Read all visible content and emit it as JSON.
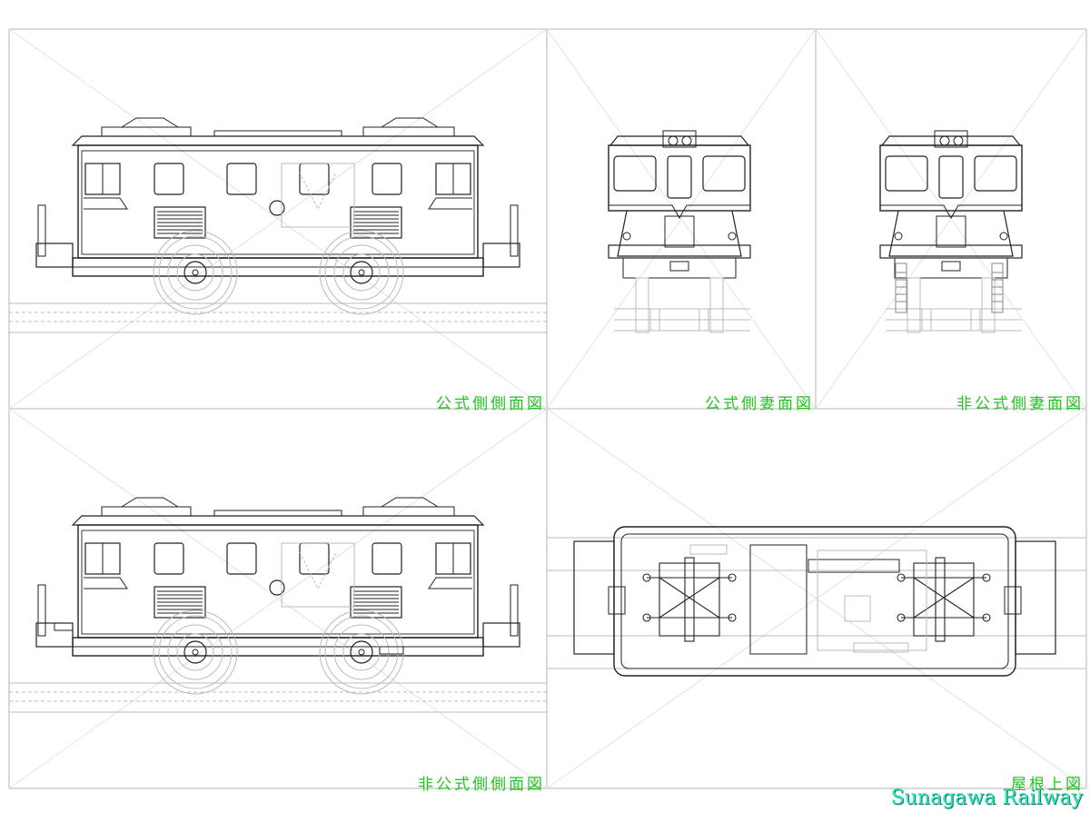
{
  "labels": {
    "official_side": "公式側側面図",
    "official_end": "公式側妻面図",
    "unofficial_end": "非公式側妻面図",
    "unofficial_side": "非公式側側面図",
    "roof_top": "屋根上図"
  },
  "credit": "Sunagawa Railway",
  "colors": {
    "label": "#22c322",
    "credit": "#2fe0b8",
    "line": "#222222",
    "guide": "#c8c8c8",
    "frame": "#b4b4b4"
  }
}
